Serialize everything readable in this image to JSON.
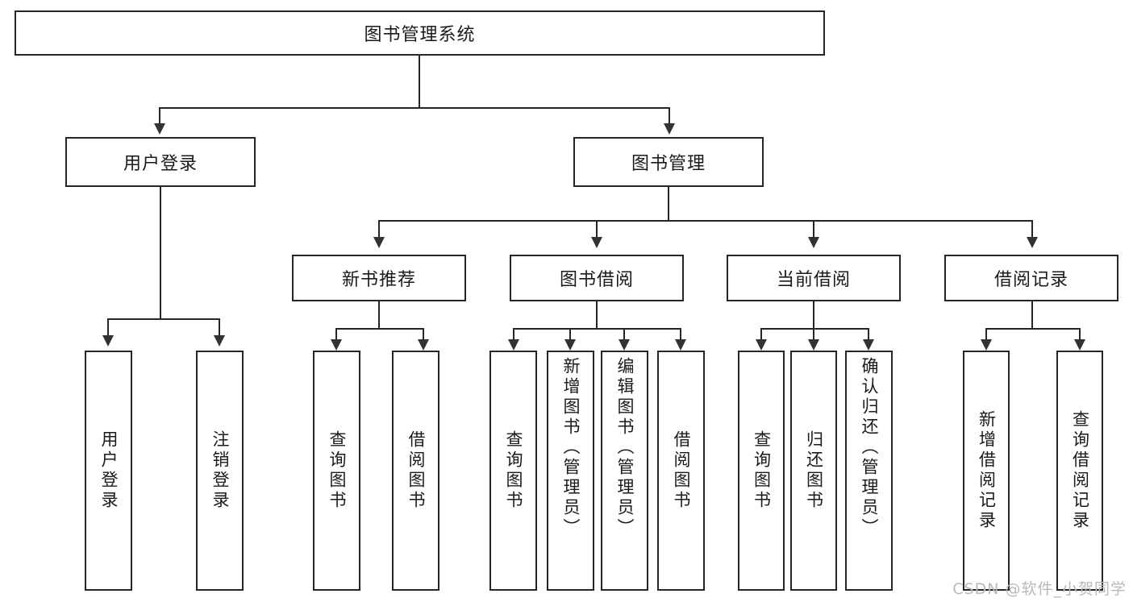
{
  "diagram": {
    "title": "图书管理系统",
    "type": "tree-hierarchy-chart",
    "root": {
      "label": "图书管理系统"
    },
    "level2": [
      {
        "label": "用户登录"
      },
      {
        "label": "图书管理"
      }
    ],
    "level3": [
      {
        "label": "新书推荐"
      },
      {
        "label": "图书借阅"
      },
      {
        "label": "当前借阅"
      },
      {
        "label": "借阅记录"
      }
    ],
    "leaves_user_login": [
      {
        "label": "用户登录"
      },
      {
        "label": "注销登录"
      }
    ],
    "leaves_new_book": [
      {
        "label": "查询图书"
      },
      {
        "label": "借阅图书"
      }
    ],
    "leaves_borrow": [
      {
        "label": "查询图书"
      },
      {
        "label": "新增图书（管理员）"
      },
      {
        "label": "编辑图书（管理员）"
      },
      {
        "label": "借阅图书"
      }
    ],
    "leaves_current": [
      {
        "label": "查询图书"
      },
      {
        "label": "归还图书"
      },
      {
        "label": "确认归还（管理员）"
      }
    ],
    "leaves_records": [
      {
        "label": "新增借阅记录"
      },
      {
        "label": "查询借阅记录"
      }
    ]
  },
  "watermark": {
    "text": "CSDN @软件_小贺同学"
  },
  "colors": {
    "stroke": "#262626",
    "arrow": "#333333",
    "background": "#ffffff",
    "text": "#1a1a1a",
    "watermark": "#b9b9b9"
  }
}
